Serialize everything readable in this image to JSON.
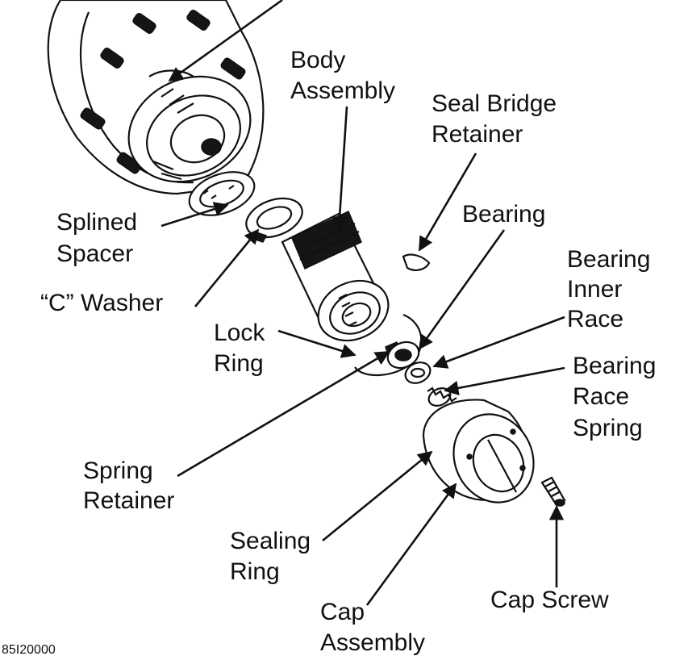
{
  "labels": {
    "body_assembly": [
      "Body",
      "Assembly"
    ],
    "seal_bridge_retainer": [
      "Seal Bridge",
      "Retainer"
    ],
    "splined_spacer": [
      "Splined",
      "Spacer"
    ],
    "bearing": "Bearing",
    "c_washer": "“C” Washer",
    "bearing_inner_race": [
      "Bearing",
      "Inner",
      "Race"
    ],
    "lock_ring": [
      "Lock",
      "Ring"
    ],
    "bearing_race_spring": [
      "Bearing",
      "Race",
      "Spring"
    ],
    "spring_retainer": [
      "Spring",
      "Retainer"
    ],
    "sealing_ring": [
      "Sealing",
      "Ring"
    ],
    "cap_screw": "Cap Screw",
    "cap_assembly": [
      "Cap",
      "Assembly"
    ],
    "figure_code": "85I20000"
  },
  "colors": {
    "ink": "#111111",
    "background": "#ffffff"
  }
}
